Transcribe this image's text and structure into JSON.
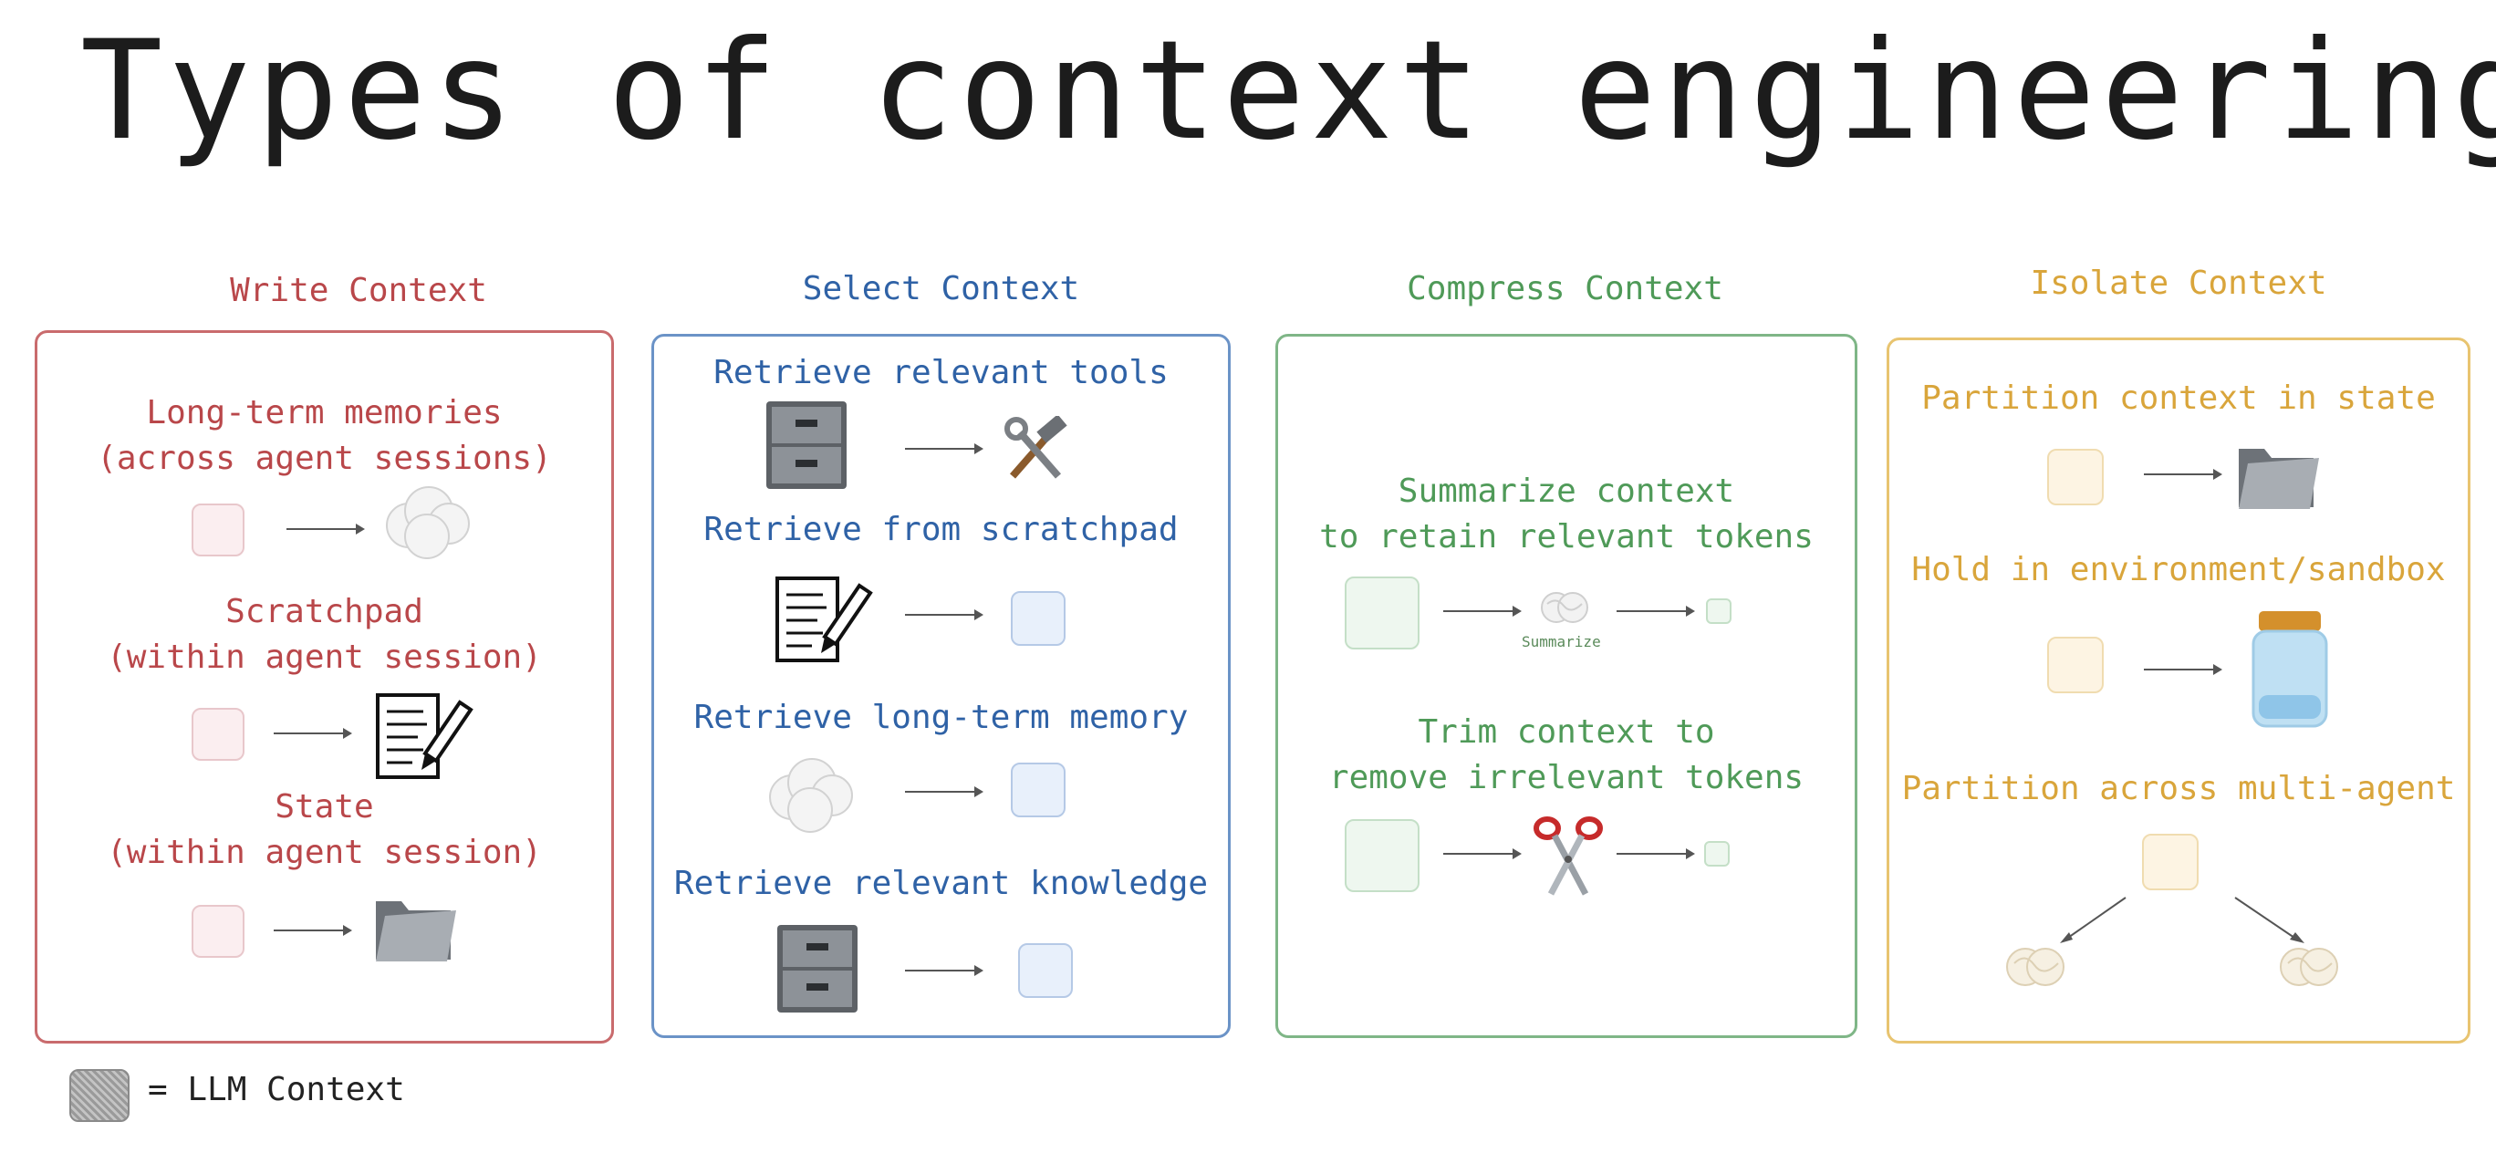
{
  "title": "Types of context engineering",
  "columns": {
    "write": {
      "title": "Write Context",
      "items": [
        "Long-term memories\n(across agent sessions)",
        "Scratchpad\n(within agent session)",
        "State\n(within agent session)"
      ]
    },
    "select": {
      "title": "Select Context",
      "items": [
        "Retrieve relevant tools",
        "Retrieve from scratchpad",
        "Retrieve long-term memory",
        "Retrieve relevant knowledge"
      ]
    },
    "compress": {
      "title": "Compress Context",
      "items": [
        "Summarize context\nto retain relevant tokens",
        "Trim context to\nremove irrelevant tokens"
      ],
      "summarize_caption": "Summarize"
    },
    "isolate": {
      "title": "Isolate Context",
      "items": [
        "Partition context in state",
        "Hold in environment/sandbox",
        "Partition across multi-agent"
      ]
    }
  },
  "legend": {
    "label": "=  LLM Context"
  },
  "colors": {
    "write": "#b9474a",
    "select": "#2f62a6",
    "compress": "#4f9a58",
    "isolate": "#d9a53b"
  }
}
